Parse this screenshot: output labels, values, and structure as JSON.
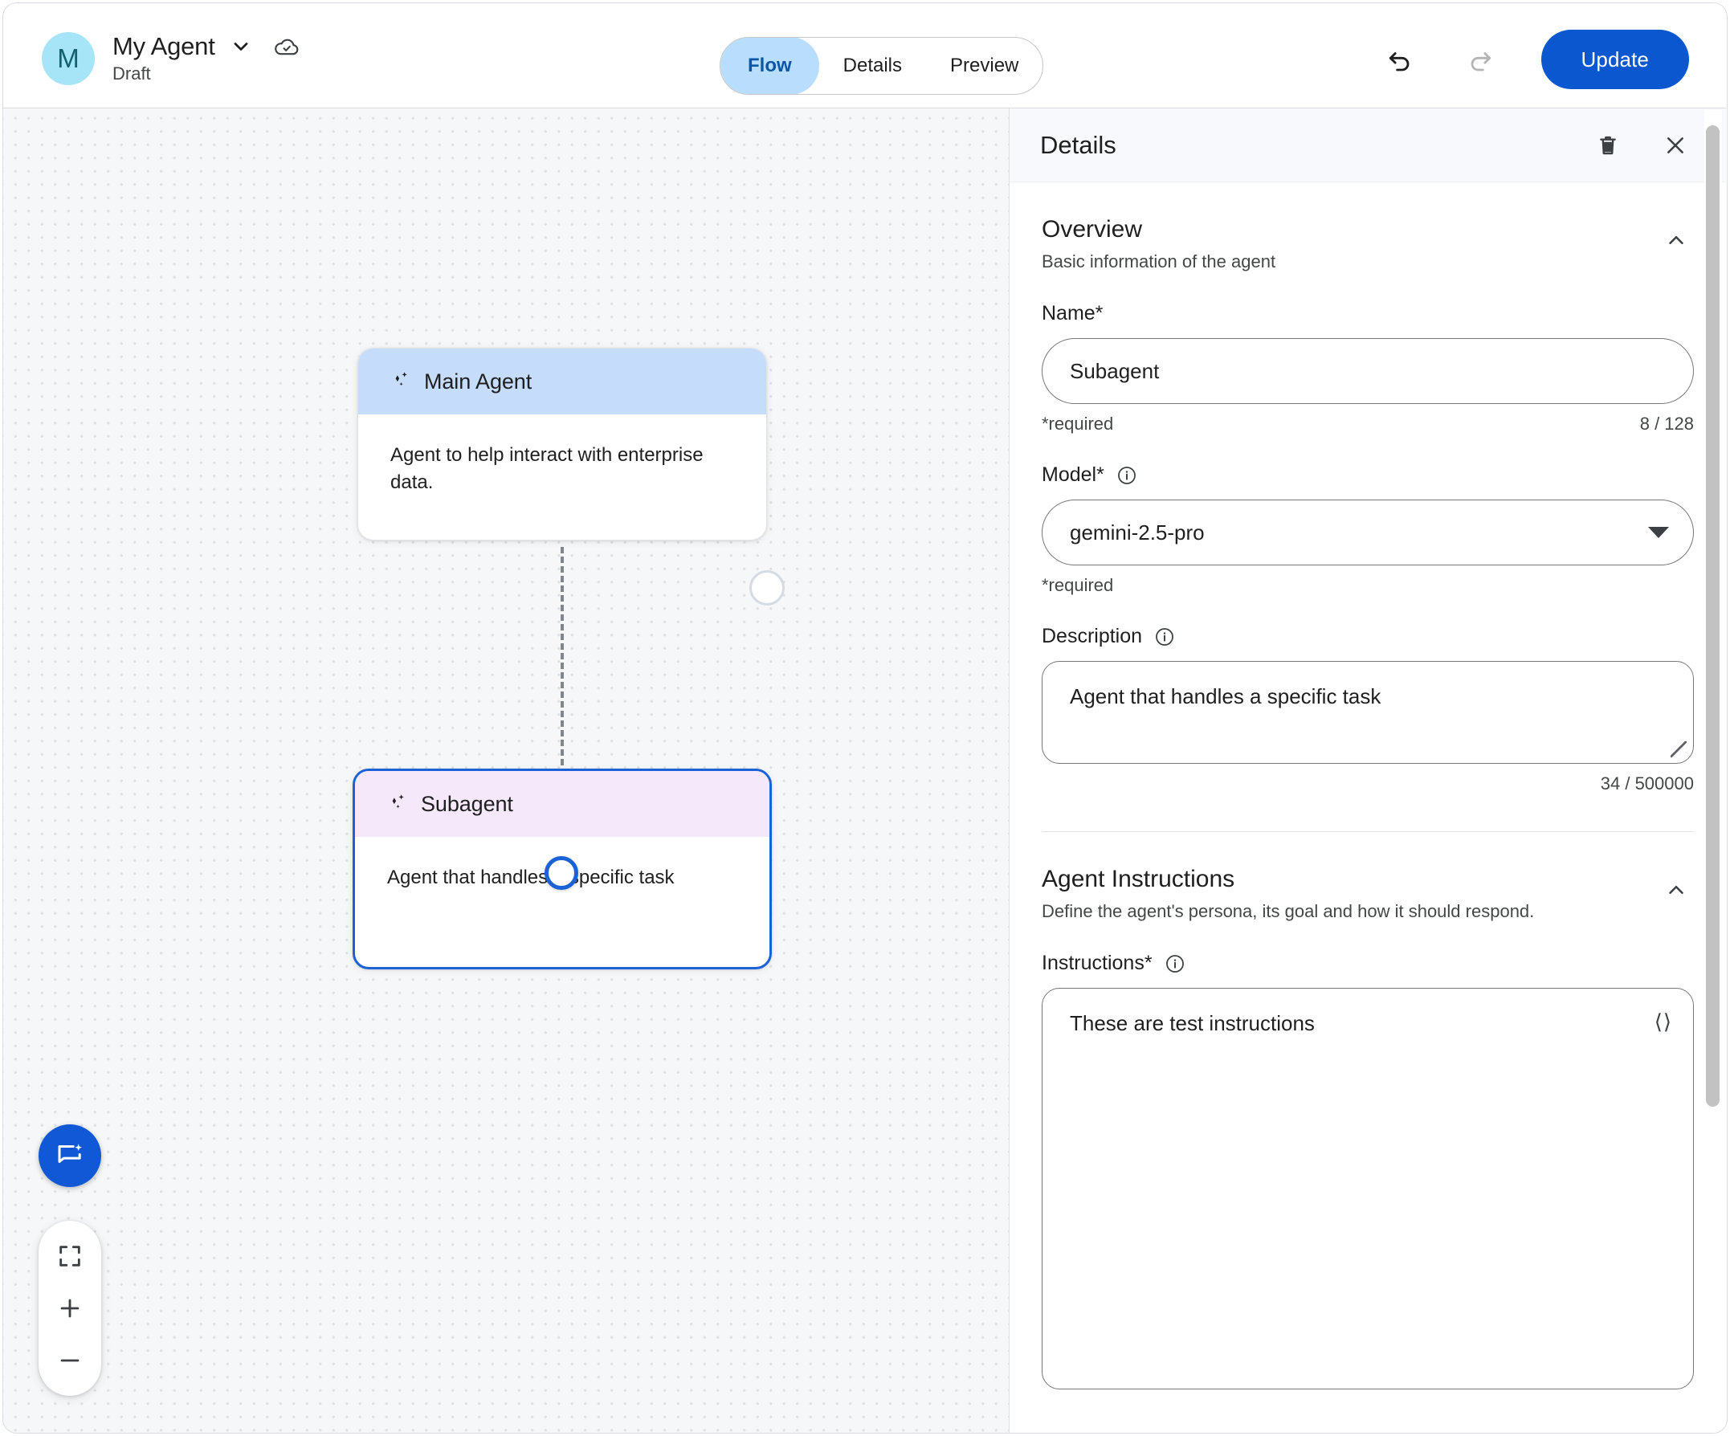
{
  "topbar": {
    "avatar_initial": "M",
    "agent_name": "My Agent",
    "status": "Draft",
    "chevron_icon": "chevron-down-icon",
    "save_state_icon": "cloud-check-icon",
    "tabs": [
      {
        "label": "Flow",
        "active": true
      },
      {
        "label": "Details",
        "active": false
      },
      {
        "label": "Preview",
        "active": false
      }
    ],
    "undo_icon": "undo-icon",
    "redo_icon": "redo-icon",
    "primary_button": "Update"
  },
  "canvas": {
    "nodes": [
      {
        "id": "main-agent",
        "icon": "sparkle-icon",
        "title": "Main Agent",
        "description": "Agent to help interact with enterprise data.",
        "header_color": "#c5dcfb",
        "selected": false
      },
      {
        "id": "subagent",
        "icon": "sparkle-icon",
        "title": "Subagent",
        "description": "Agent that handles a specific task",
        "header_color": "#f5e8fb",
        "selected": true
      }
    ],
    "edge": {
      "from": "main-agent",
      "to": "subagent",
      "style": "dashed"
    },
    "selection_color": "#1a62d6",
    "controls": {
      "chat_fab_icon": "chat-sparkle-icon",
      "fit_view_icon": "fit-screen-icon",
      "zoom_in_icon": "plus-icon",
      "zoom_out_icon": "minus-icon"
    }
  },
  "panel": {
    "title": "Details",
    "delete_icon": "trash-icon",
    "close_icon": "close-icon",
    "sections": [
      {
        "title": "Overview",
        "subtitle": "Basic information of the agent",
        "collapse_icon": "chevron-up-icon",
        "fields": [
          {
            "label": "Name*",
            "value": "Subagent",
            "helper_left": "*required",
            "helper_right": "8 / 128",
            "type": "text"
          },
          {
            "label": "Model*",
            "info_icon": "info-icon",
            "value": "gemini-2.5-pro",
            "helper_left": "*required",
            "helper_right": "",
            "type": "select"
          },
          {
            "label": "Description",
            "info_icon": "info-icon",
            "value": "Agent that handles a specific task",
            "helper_left": "",
            "helper_right": "34 / 500000",
            "type": "textarea"
          }
        ]
      },
      {
        "title": "Agent Instructions",
        "subtitle": "Define the agent's persona, its goal and how it should respond.",
        "collapse_icon": "chevron-up-icon",
        "fields": [
          {
            "label": "Instructions*",
            "info_icon": "info-icon",
            "value": "These are test instructions",
            "code_icon": "code-brackets-icon",
            "type": "textarea"
          }
        ]
      }
    ],
    "scrollbar": {
      "visible": true
    }
  }
}
